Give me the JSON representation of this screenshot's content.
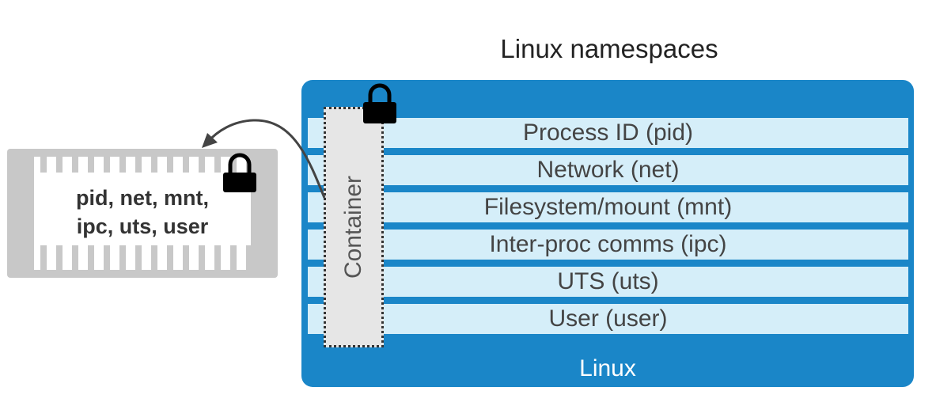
{
  "title": "Linux namespaces",
  "namespaces": [
    {
      "label": "Process ID (pid)"
    },
    {
      "label": "Network (net)"
    },
    {
      "label": "Filesystem/mount (mnt)"
    },
    {
      "label": "Inter-proc comms (ipc)"
    },
    {
      "label": "UTS (uts)"
    },
    {
      "label": "User (user)"
    }
  ],
  "container_label": "Container",
  "linux_label": "Linux",
  "shipping_container": {
    "line1": "pid, net, mnt,",
    "line2": "ipc, uts, user"
  },
  "icons": [
    "lock-icon",
    "arrow-icon",
    "shipping-container-icon"
  ],
  "colors": {
    "linux_blue": "#1a86c8",
    "namespace_row": "#d5eef9",
    "container_gray": "#c8c8c8"
  }
}
